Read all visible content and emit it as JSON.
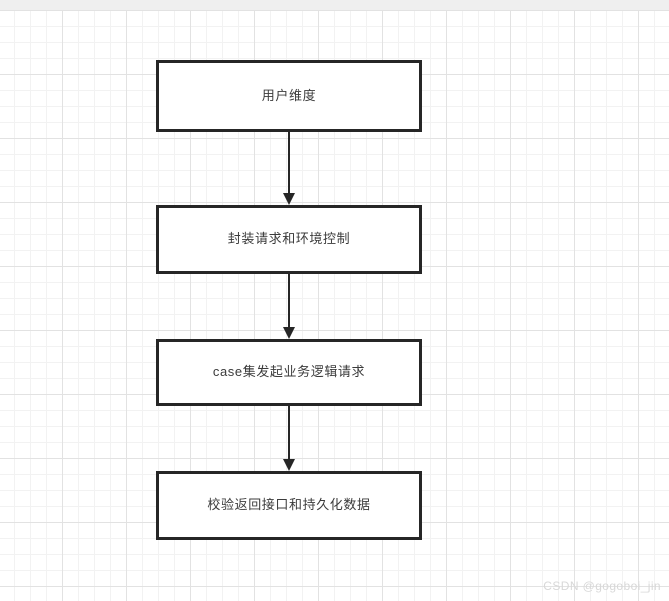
{
  "diagram": {
    "title": "",
    "background": {
      "canvas_color": "#ffffff",
      "grid_minor_color": "#f2f2f2",
      "grid_major_color": "#e2e2e2",
      "top_band_color": "#efefef"
    },
    "node_style": {
      "border_color": "#262626",
      "fill_color": "#ffffff",
      "text_color": "#3b3b3b"
    },
    "connector_style": {
      "color": "#262626",
      "arrowhead": "solid-triangle"
    },
    "nodes": [
      {
        "id": "node-1",
        "label": "用户维度"
      },
      {
        "id": "node-2",
        "label": "封装请求和环境控制"
      },
      {
        "id": "node-3",
        "label": "case集发起业务逻辑请求"
      },
      {
        "id": "node-4",
        "label": "校验返回接口和持久化数据"
      }
    ],
    "connectors": [
      {
        "id": "conn-1",
        "from": "node-1",
        "to": "node-2"
      },
      {
        "id": "conn-2",
        "from": "node-2",
        "to": "node-3"
      },
      {
        "id": "conn-3",
        "from": "node-3",
        "to": "node-4"
      }
    ],
    "watermark": "CSDN @gogoboi_jin"
  }
}
